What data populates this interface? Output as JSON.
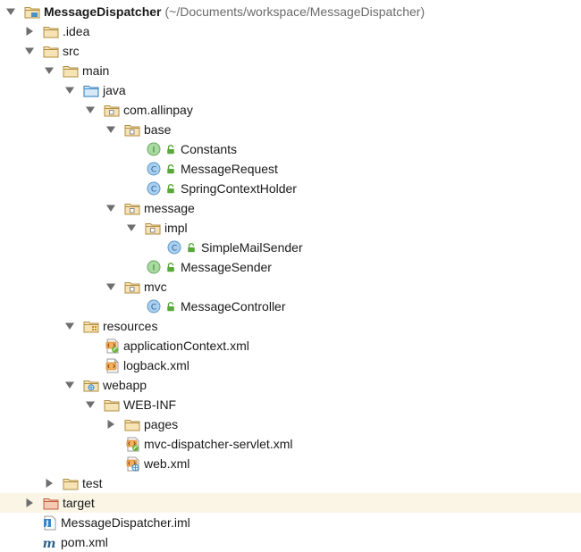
{
  "tree": {
    "root": {
      "label": "MessageDispatcher",
      "path": "(~/Documents/workspace/MessageDispatcher)"
    },
    "idea": "idea",
    "idea_prefix": ".",
    "src": "src",
    "main": "main",
    "java": "java",
    "com_allinpay": "com.allinpay",
    "base": "base",
    "constants": "Constants",
    "message_request": "MessageRequest",
    "spring_context_holder": "SpringContextHolder",
    "message": "message",
    "impl": "impl",
    "simple_mail_sender": "SimpleMailSender",
    "message_sender": "MessageSender",
    "mvc": "mvc",
    "message_controller": "MessageController",
    "resources": "resources",
    "application_context": "applicationContext.xml",
    "logback": "logback.xml",
    "webapp": "webapp",
    "web_inf": "WEB-INF",
    "pages": "pages",
    "mvc_dispatcher_servlet": "mvc-dispatcher-servlet.xml",
    "web_xml": "web.xml",
    "test": "test",
    "target": "target",
    "iml": "MessageDispatcher.iml",
    "pom": "pom.xml"
  },
  "badges": {
    "interface": "I",
    "class": "C",
    "maven": "m",
    "iml": "J"
  },
  "colors": {
    "folder_fill": "#f7e4b6",
    "folder_stroke": "#b08d42",
    "source_folder": "#4a90c8",
    "target_folder": "#e08b6e",
    "interface_badge": "#a8dba0",
    "class_badge": "#a9cfef",
    "lock": "#5aa83a",
    "selected_row": "#fbf5e6"
  }
}
